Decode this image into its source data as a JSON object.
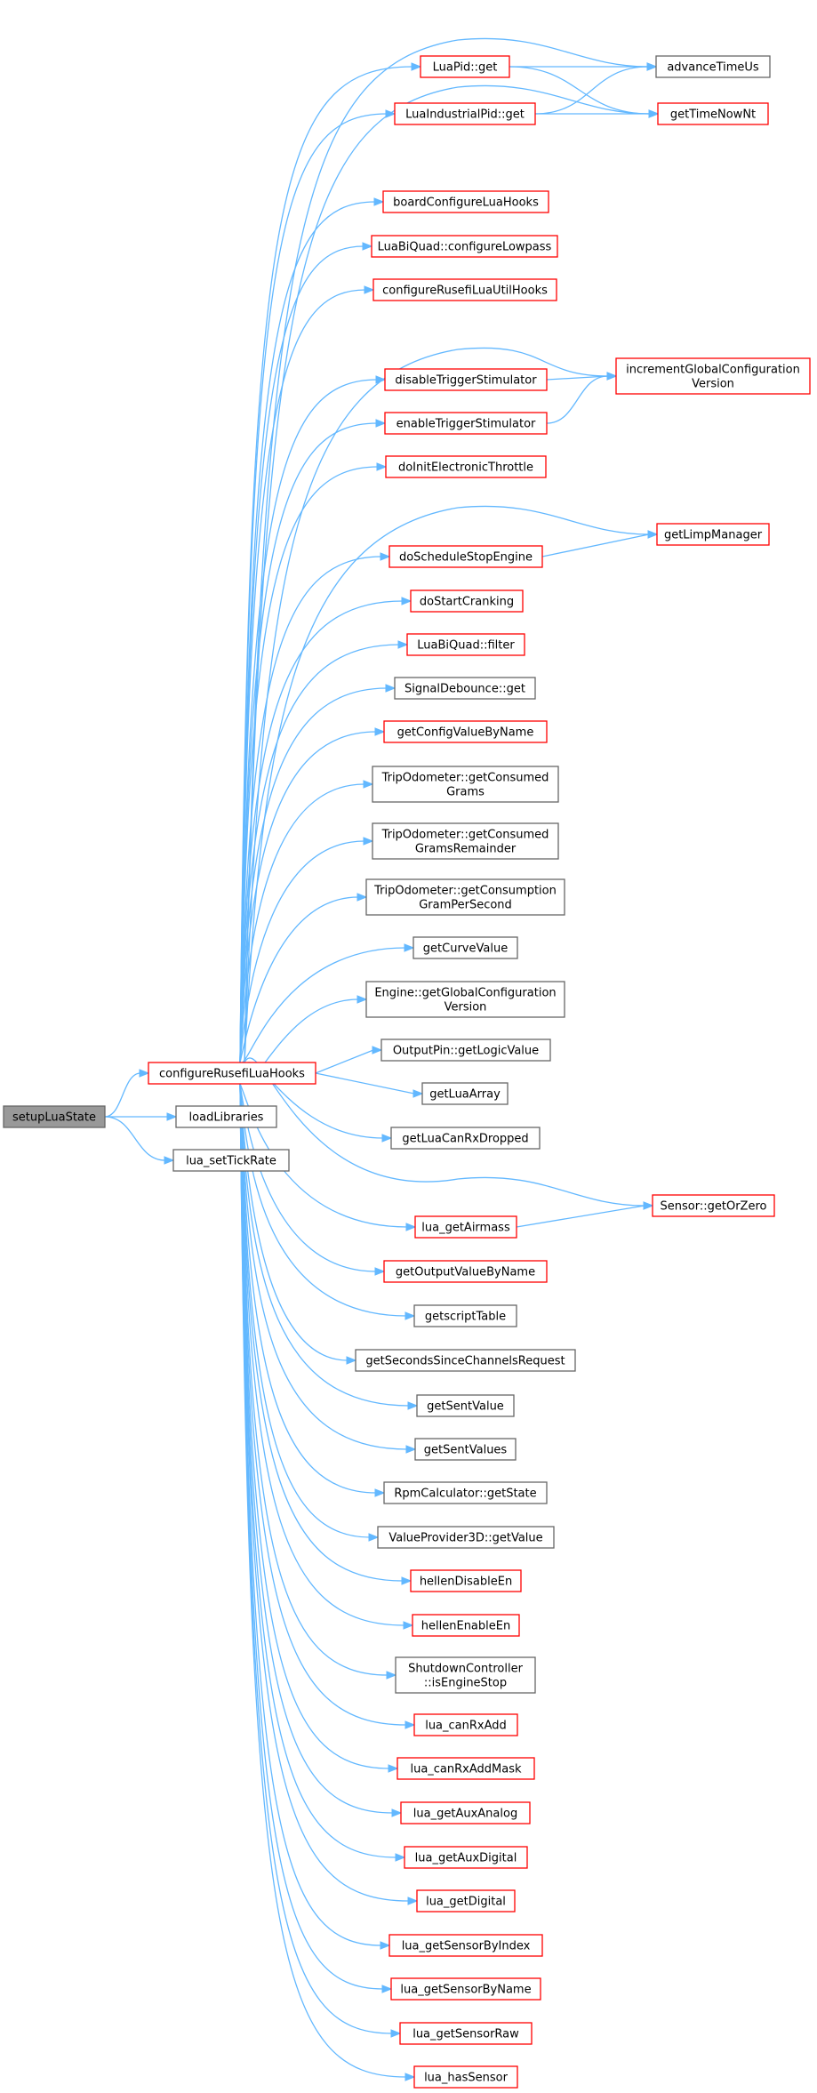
{
  "colors": {
    "edge": "#63b8ff",
    "border_has_refs": "#ff0000",
    "border_plain": "#666666",
    "root_fill": "#999999",
    "node_fill": "#ffffff"
  },
  "nodes": [
    {
      "id": "setupLuaState",
      "lines": [
        "setupLuaState"
      ],
      "style": "root"
    },
    {
      "id": "configureRusefiLuaHooks",
      "lines": [
        "configureRusefiLuaHooks"
      ],
      "style": "red"
    },
    {
      "id": "loadLibraries",
      "lines": [
        "loadLibraries"
      ],
      "style": "plain"
    },
    {
      "id": "lua_setTickRate",
      "lines": [
        "lua_setTickRate"
      ],
      "style": "plain"
    },
    {
      "id": "LuaPid_get",
      "lines": [
        "LuaPid::get"
      ],
      "style": "red"
    },
    {
      "id": "LuaIndustrialPid_get",
      "lines": [
        "LuaIndustrialPid::get"
      ],
      "style": "red"
    },
    {
      "id": "boardConfigureLuaHooks",
      "lines": [
        "boardConfigureLuaHooks"
      ],
      "style": "red"
    },
    {
      "id": "LuaBiQuad_configureLowpass",
      "lines": [
        "LuaBiQuad::configureLowpass"
      ],
      "style": "red"
    },
    {
      "id": "configureRusefiLuaUtilHooks",
      "lines": [
        "configureRusefiLuaUtilHooks"
      ],
      "style": "red"
    },
    {
      "id": "disableTriggerStimulator",
      "lines": [
        "disableTriggerStimulator"
      ],
      "style": "red"
    },
    {
      "id": "enableTriggerStimulator",
      "lines": [
        "enableTriggerStimulator"
      ],
      "style": "red"
    },
    {
      "id": "doInitElectronicThrottle",
      "lines": [
        "doInitElectronicThrottle"
      ],
      "style": "red"
    },
    {
      "id": "doScheduleStopEngine",
      "lines": [
        "doScheduleStopEngine"
      ],
      "style": "red"
    },
    {
      "id": "doStartCranking",
      "lines": [
        "doStartCranking"
      ],
      "style": "red"
    },
    {
      "id": "LuaBiQuad_filter",
      "lines": [
        "LuaBiQuad::filter"
      ],
      "style": "red"
    },
    {
      "id": "SignalDebounce_get",
      "lines": [
        "SignalDebounce::get"
      ],
      "style": "plain"
    },
    {
      "id": "getConfigValueByName",
      "lines": [
        "getConfigValueByName"
      ],
      "style": "red"
    },
    {
      "id": "TripOdometer_getConsumedGrams",
      "lines": [
        "TripOdometer::getConsumed",
        "Grams"
      ],
      "style": "plain"
    },
    {
      "id": "TripOdometer_getConsumedGramsRemainder",
      "lines": [
        "TripOdometer::getConsumed",
        "GramsRemainder"
      ],
      "style": "plain"
    },
    {
      "id": "TripOdometer_getConsumptionGramPerSecond",
      "lines": [
        "TripOdometer::getConsumption",
        "GramPerSecond"
      ],
      "style": "plain"
    },
    {
      "id": "getCurveValue",
      "lines": [
        "getCurveValue"
      ],
      "style": "plain"
    },
    {
      "id": "Engine_getGlobalConfigurationVersion",
      "lines": [
        "Engine::getGlobalConfiguration",
        "Version"
      ],
      "style": "plain"
    },
    {
      "id": "OutputPin_getLogicValue",
      "lines": [
        "OutputPin::getLogicValue"
      ],
      "style": "plain"
    },
    {
      "id": "getLuaArray",
      "lines": [
        "getLuaArray"
      ],
      "style": "plain"
    },
    {
      "id": "getLuaCanRxDropped",
      "lines": [
        "getLuaCanRxDropped"
      ],
      "style": "plain"
    },
    {
      "id": "lua_getAirmass",
      "lines": [
        "lua_getAirmass"
      ],
      "style": "red"
    },
    {
      "id": "getOutputValueByName",
      "lines": [
        "getOutputValueByName"
      ],
      "style": "red"
    },
    {
      "id": "getscriptTable",
      "lines": [
        "getscriptTable"
      ],
      "style": "plain"
    },
    {
      "id": "getSecondsSinceChannelsRequest",
      "lines": [
        "getSecondsSinceChannelsRequest"
      ],
      "style": "plain"
    },
    {
      "id": "getSentValue",
      "lines": [
        "getSentValue"
      ],
      "style": "plain"
    },
    {
      "id": "getSentValues",
      "lines": [
        "getSentValues"
      ],
      "style": "plain"
    },
    {
      "id": "RpmCalculator_getState",
      "lines": [
        "RpmCalculator::getState"
      ],
      "style": "plain"
    },
    {
      "id": "ValueProvider3D_getValue",
      "lines": [
        "ValueProvider3D::getValue"
      ],
      "style": "plain"
    },
    {
      "id": "hellenDisableEn",
      "lines": [
        "hellenDisableEn"
      ],
      "style": "red"
    },
    {
      "id": "hellenEnableEn",
      "lines": [
        "hellenEnableEn"
      ],
      "style": "red"
    },
    {
      "id": "ShutdownController_isEngineStop",
      "lines": [
        "ShutdownController",
        "::isEngineStop"
      ],
      "style": "plain"
    },
    {
      "id": "lua_canRxAdd",
      "lines": [
        "lua_canRxAdd"
      ],
      "style": "red"
    },
    {
      "id": "lua_canRxAddMask",
      "lines": [
        "lua_canRxAddMask"
      ],
      "style": "red"
    },
    {
      "id": "lua_getAuxAnalog",
      "lines": [
        "lua_getAuxAnalog"
      ],
      "style": "red"
    },
    {
      "id": "lua_getAuxDigital",
      "lines": [
        "lua_getAuxDigital"
      ],
      "style": "red"
    },
    {
      "id": "lua_getDigital",
      "lines": [
        "lua_getDigital"
      ],
      "style": "red"
    },
    {
      "id": "lua_getSensorByIndex",
      "lines": [
        "lua_getSensorByIndex"
      ],
      "style": "red"
    },
    {
      "id": "lua_getSensorByName",
      "lines": [
        "lua_getSensorByName"
      ],
      "style": "red"
    },
    {
      "id": "lua_getSensorRaw",
      "lines": [
        "lua_getSensorRaw"
      ],
      "style": "red"
    },
    {
      "id": "lua_hasSensor",
      "lines": [
        "lua_hasSensor"
      ],
      "style": "red"
    },
    {
      "id": "advanceTimeUs",
      "lines": [
        "advanceTimeUs"
      ],
      "style": "plain"
    },
    {
      "id": "getTimeNowNt",
      "lines": [
        "getTimeNowNt"
      ],
      "style": "red"
    },
    {
      "id": "incrementGlobalConfigurationVersion",
      "lines": [
        "incrementGlobalConfiguration",
        "Version"
      ],
      "style": "red"
    },
    {
      "id": "getLimpManager",
      "lines": [
        "getLimpManager"
      ],
      "style": "red"
    },
    {
      "id": "Sensor_getOrZero",
      "lines": [
        "Sensor::getOrZero"
      ],
      "style": "red"
    }
  ],
  "edges": [
    [
      "setupLuaState",
      "configureRusefiLuaHooks"
    ],
    [
      "setupLuaState",
      "loadLibraries"
    ],
    [
      "setupLuaState",
      "lua_setTickRate"
    ],
    [
      "configureRusefiLuaHooks",
      "advanceTimeUs"
    ],
    [
      "configureRusefiLuaHooks",
      "LuaPid_get"
    ],
    [
      "configureRusefiLuaHooks",
      "LuaIndustrialPid_get"
    ],
    [
      "configureRusefiLuaHooks",
      "getTimeNowNt"
    ],
    [
      "configureRusefiLuaHooks",
      "boardConfigureLuaHooks"
    ],
    [
      "configureRusefiLuaHooks",
      "LuaBiQuad_configureLowpass"
    ],
    [
      "configureRusefiLuaHooks",
      "configureRusefiLuaUtilHooks"
    ],
    [
      "configureRusefiLuaHooks",
      "incrementGlobalConfigurationVersion"
    ],
    [
      "configureRusefiLuaHooks",
      "disableTriggerStimulator"
    ],
    [
      "configureRusefiLuaHooks",
      "enableTriggerStimulator"
    ],
    [
      "configureRusefiLuaHooks",
      "doInitElectronicThrottle"
    ],
    [
      "configureRusefiLuaHooks",
      "getLimpManager"
    ],
    [
      "configureRusefiLuaHooks",
      "doScheduleStopEngine"
    ],
    [
      "configureRusefiLuaHooks",
      "doStartCranking"
    ],
    [
      "configureRusefiLuaHooks",
      "LuaBiQuad_filter"
    ],
    [
      "configureRusefiLuaHooks",
      "SignalDebounce_get"
    ],
    [
      "configureRusefiLuaHooks",
      "getConfigValueByName"
    ],
    [
      "configureRusefiLuaHooks",
      "TripOdometer_getConsumedGrams"
    ],
    [
      "configureRusefiLuaHooks",
      "TripOdometer_getConsumedGramsRemainder"
    ],
    [
      "configureRusefiLuaHooks",
      "TripOdometer_getConsumptionGramPerSecond"
    ],
    [
      "configureRusefiLuaHooks",
      "getCurveValue"
    ],
    [
      "configureRusefiLuaHooks",
      "Engine_getGlobalConfigurationVersion"
    ],
    [
      "configureRusefiLuaHooks",
      "OutputPin_getLogicValue"
    ],
    [
      "configureRusefiLuaHooks",
      "getLuaArray"
    ],
    [
      "configureRusefiLuaHooks",
      "getLuaCanRxDropped"
    ],
    [
      "configureRusefiLuaHooks",
      "Sensor_getOrZero"
    ],
    [
      "configureRusefiLuaHooks",
      "lua_getAirmass"
    ],
    [
      "configureRusefiLuaHooks",
      "getOutputValueByName"
    ],
    [
      "configureRusefiLuaHooks",
      "getscriptTable"
    ],
    [
      "configureRusefiLuaHooks",
      "getSecondsSinceChannelsRequest"
    ],
    [
      "configureRusefiLuaHooks",
      "getSentValue"
    ],
    [
      "configureRusefiLuaHooks",
      "getSentValues"
    ],
    [
      "configureRusefiLuaHooks",
      "RpmCalculator_getState"
    ],
    [
      "configureRusefiLuaHooks",
      "ValueProvider3D_getValue"
    ],
    [
      "configureRusefiLuaHooks",
      "hellenDisableEn"
    ],
    [
      "configureRusefiLuaHooks",
      "hellenEnableEn"
    ],
    [
      "configureRusefiLuaHooks",
      "ShutdownController_isEngineStop"
    ],
    [
      "configureRusefiLuaHooks",
      "lua_canRxAdd"
    ],
    [
      "configureRusefiLuaHooks",
      "lua_canRxAddMask"
    ],
    [
      "configureRusefiLuaHooks",
      "lua_getAuxAnalog"
    ],
    [
      "configureRusefiLuaHooks",
      "lua_getAuxDigital"
    ],
    [
      "configureRusefiLuaHooks",
      "lua_getDigital"
    ],
    [
      "configureRusefiLuaHooks",
      "lua_getSensorByIndex"
    ],
    [
      "configureRusefiLuaHooks",
      "lua_getSensorByName"
    ],
    [
      "configureRusefiLuaHooks",
      "lua_getSensorRaw"
    ],
    [
      "configureRusefiLuaHooks",
      "lua_hasSensor"
    ],
    [
      "LuaPid_get",
      "advanceTimeUs"
    ],
    [
      "LuaPid_get",
      "getTimeNowNt"
    ],
    [
      "LuaIndustrialPid_get",
      "advanceTimeUs"
    ],
    [
      "LuaIndustrialPid_get",
      "getTimeNowNt"
    ],
    [
      "disableTriggerStimulator",
      "incrementGlobalConfigurationVersion"
    ],
    [
      "enableTriggerStimulator",
      "incrementGlobalConfigurationVersion"
    ],
    [
      "doScheduleStopEngine",
      "getLimpManager"
    ],
    [
      "lua_getAirmass",
      "Sensor_getOrZero"
    ]
  ]
}
